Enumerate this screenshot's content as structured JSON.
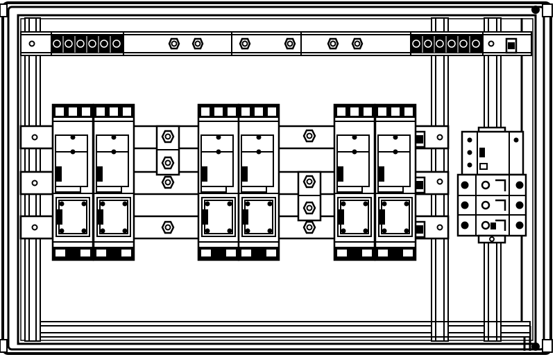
{
  "diagram": {
    "stroke_color": "#000000",
    "fill_color": "#ffffff",
    "breaker_groups": [
      {
        "name": "left-breaker-pair",
        "poles": 2
      },
      {
        "name": "center-breaker-pair",
        "poles": 2
      },
      {
        "name": "right-breaker-pair",
        "poles": 2
      }
    ],
    "busbar_count": 3,
    "terminal_block_left_count": 6,
    "terminal_block_right_count": 6,
    "icons": [
      "enclosure-frame",
      "din-rail",
      "busbar",
      "circuit-breaker",
      "terminal-block",
      "bolt",
      "main-switch"
    ]
  }
}
